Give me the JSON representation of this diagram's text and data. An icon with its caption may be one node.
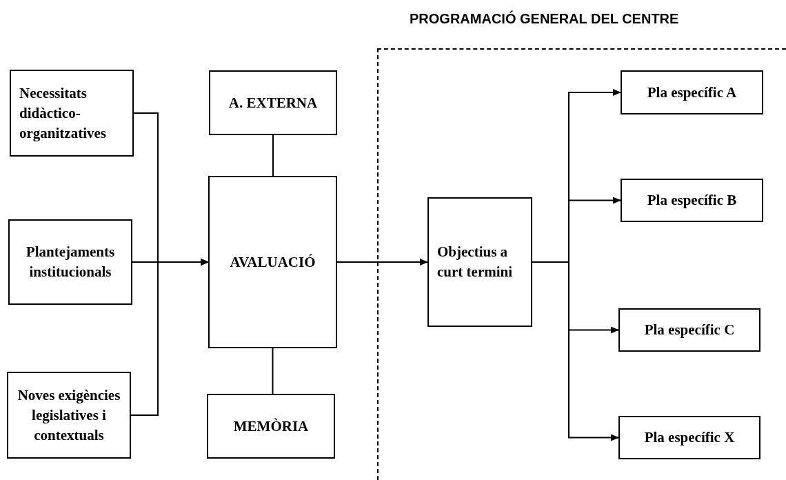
{
  "diagram": {
    "nodes": [
      {
        "text": [
          "PROGRAMACIÓ GENERAL DEL CENTRE"
        ]
      },
      {
        "text": [
          "Necessitats didàctico-organitzatives"
        ]
      },
      {
        "text": [
          "Plantejaments institucionals"
        ]
      },
      {
        "text": [
          "Noves exigències legislatives i contextuals"
        ]
      },
      {
        "text": [
          "A. EXTERNA"
        ]
      },
      {
        "text": [
          "AVALUACIÓ"
        ]
      },
      {
        "text": [
          "MEMÒRIA"
        ]
      },
      {
        "text": [
          "Objectius a curt termini"
        ],
        "in": 0
      },
      {
        "text": [
          "Pla específic A"
        ],
        "in": 0
      },
      {
        "text": [
          "Pla específic B"
        ],
        "in": 0
      },
      {
        "text": [
          "Pla específic C"
        ],
        "in": 0
      },
      {
        "text": [
          "Pla específic X"
        ],
        "in": 0
      }
    ],
    "edges": [
      {
        "from": 1,
        "to": 5,
        "arrow": "to"
      },
      {
        "from": 2,
        "to": 5,
        "arrow": "to"
      },
      {
        "from": 3,
        "to": 5,
        "arrow": "to"
      },
      {
        "from": 4,
        "to": 5,
        "arrow": "none"
      },
      {
        "from": 5,
        "to": 6,
        "arrow": "none"
      },
      {
        "from": 5,
        "to": 7,
        "arrow": "to"
      },
      {
        "from": 7,
        "to": 8,
        "arrow": "to"
      },
      {
        "from": 7,
        "to": 9,
        "arrow": "to"
      },
      {
        "from": 7,
        "to": 10,
        "arrow": "to"
      },
      {
        "from": 7,
        "to": 11,
        "arrow": "to"
      }
    ]
  }
}
